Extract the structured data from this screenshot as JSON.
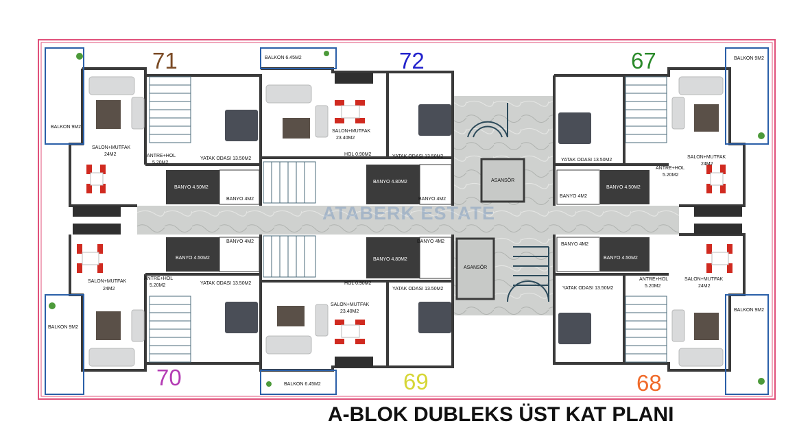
{
  "title": "A-BLOK DUBLEKS ÜST KAT PLANI",
  "watermark": "ATABERK ESTATE",
  "unit_numbers": [
    {
      "id": "71",
      "color": "#7a4a24"
    },
    {
      "id": "72",
      "color": "#2222cc"
    },
    {
      "id": "67",
      "color": "#2a8a2a"
    },
    {
      "id": "70",
      "color": "#b43cb4"
    },
    {
      "id": "69",
      "color": "#d6d636"
    },
    {
      "id": "68",
      "color": "#f06a2a"
    }
  ],
  "rooms": {
    "balkon_9": "BALKON 9M2",
    "balkon_645": "BALKON 6.45M2",
    "salon_24": "SALON+MUTFAK",
    "salon_24_area": "24M2",
    "salon_234": "SALON+MUTFAK",
    "salon_234_area": "23.40M2",
    "antre": "ANTRE+HOL",
    "antre_area": "5.20M2",
    "yatak": "YATAK ODASI 13.50M2",
    "banyo_450": "BANYO 4.50M2",
    "banyo_4": "BANYO 4M2",
    "banyo_480": "BANYO 4.80M2",
    "hol": "HOL 0.90M2",
    "asansor": "ASANSÖR"
  },
  "colors": {
    "wall": "#3a3a3a",
    "frame": "#e0507a",
    "window": "#2a5fa8",
    "floor": "#ffffff",
    "corridor": "#c9cbc9",
    "sofa": "#d9dadb",
    "bed": "#4a4e57",
    "chair": "#d02a20",
    "rug": "#5a5048",
    "wet": "#3b3b3b",
    "plant": "#4c9a3a"
  }
}
